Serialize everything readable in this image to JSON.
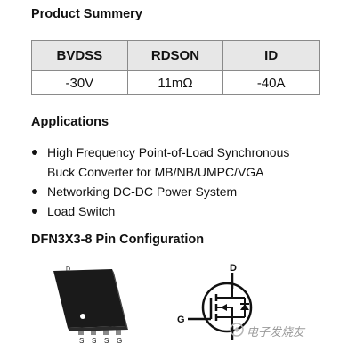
{
  "summary": {
    "title": "Product Summery",
    "headers": [
      "BVDSS",
      "RDSON",
      "ID"
    ],
    "values": [
      "-30V",
      "11mΩ",
      "-40A"
    ]
  },
  "applications": {
    "title": "Applications",
    "items": [
      "High Frequency Point-of-Load Synchronous",
      "Buck Converter for MB/NB/UMPC/VGA",
      "Networking DC-DC Power System",
      "Load Switch"
    ]
  },
  "pin_config": {
    "title": "DFN3X3-8 Pin Configuration",
    "package_top_label": "D",
    "package_pins": [
      "S",
      "S",
      "S",
      "G"
    ],
    "symbol_drain": "D",
    "symbol_gate": "G"
  },
  "watermark": "电子发烧友"
}
